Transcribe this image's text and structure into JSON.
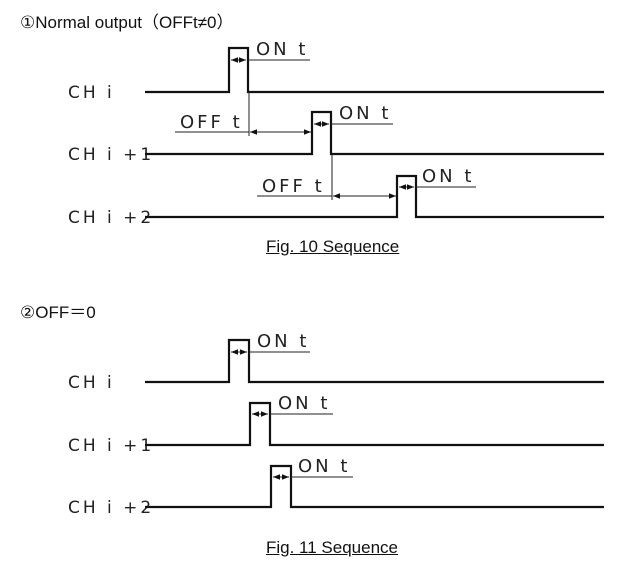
{
  "fig10": {
    "heading": "①Normal output（OFFt≠0）",
    "caption": "Fig. 10 Sequence",
    "channels": [
      {
        "label": "CH i",
        "on_label": "ON t"
      },
      {
        "label": "CH i +1",
        "on_label": "ON t",
        "off_label": "OFF t"
      },
      {
        "label": "CH i +2",
        "on_label": "ON t",
        "off_label": "OFF t"
      }
    ]
  },
  "fig11": {
    "heading": "②OFF＝0",
    "caption": "Fig. 11 Sequence",
    "channels": [
      {
        "label": "CH i",
        "on_label": "ON t"
      },
      {
        "label": "CH i +1",
        "on_label": "ON t"
      },
      {
        "label": "CH i +2",
        "on_label": "ON t"
      }
    ]
  }
}
